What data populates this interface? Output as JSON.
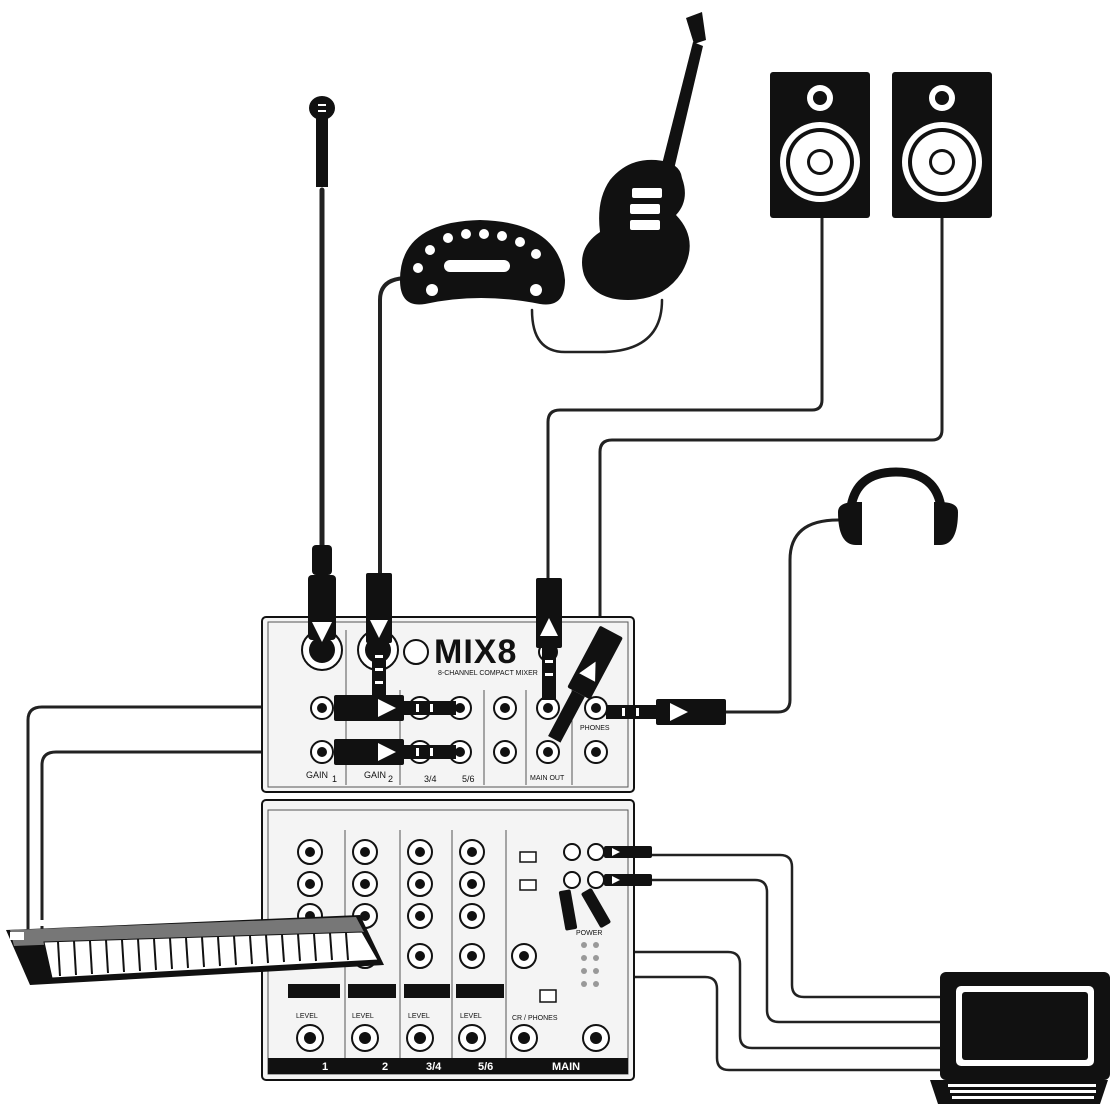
{
  "mixer": {
    "brand": "MIX8",
    "tagline": "8-CHANNEL COMPACT MIXER",
    "top_labels": {
      "ch1": "1",
      "ch2": "2",
      "ch34": "3/4",
      "ch56": "5/6",
      "gain1": "GAIN",
      "gain2": "GAIN",
      "main_out": "MAIN OUT",
      "phones": "PHONES"
    },
    "bottom_labels": {
      "strip1": "1",
      "strip2": "2",
      "strip34": "3/4",
      "strip56": "5/6",
      "main": "MAIN",
      "level": "LEVEL",
      "power": "POWER",
      "cr_phones": "CR / PHONES"
    }
  },
  "devices": [
    {
      "id": "microphone",
      "icon": "microphone-icon"
    },
    {
      "id": "guitar-pedal",
      "icon": "effects-pedal-icon"
    },
    {
      "id": "electric-guitar",
      "icon": "guitar-icon"
    },
    {
      "id": "monitor-left",
      "icon": "speaker-icon"
    },
    {
      "id": "monitor-right",
      "icon": "speaker-icon"
    },
    {
      "id": "headphones",
      "icon": "headphones-icon"
    },
    {
      "id": "keyboard",
      "icon": "keyboard-icon"
    },
    {
      "id": "laptop",
      "icon": "laptop-icon"
    }
  ],
  "colors": {
    "line": "#111111",
    "panel": "#f4f4f4",
    "cable": "#222222"
  }
}
